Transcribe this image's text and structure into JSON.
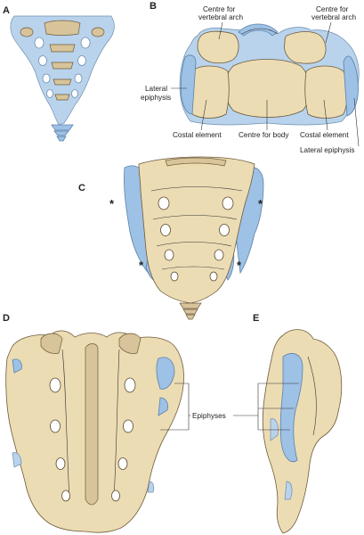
{
  "panels": {
    "a": "A",
    "b": "B",
    "c": "C",
    "d": "D",
    "e": "E"
  },
  "labels": {
    "centre_arch_left": [
      "Centre for",
      "vertebral arch"
    ],
    "centre_arch_right": [
      "Centre for",
      "vertebral arch"
    ],
    "lateral_epiphysis_left": [
      "Lateral",
      "epiphysis"
    ],
    "costal_element_left": "Costal element",
    "centre_for_body": "Centre for body",
    "costal_element_right": "Costal element",
    "lateral_epiphysis_right": "Lateral epiphysis",
    "epiphyses": "Epiphyses"
  },
  "marks": {
    "asterisk": "*"
  },
  "colors": {
    "bone": "#ecdcb4",
    "cartilage": "#b9d3ec",
    "outline": "#6e5a3a"
  }
}
